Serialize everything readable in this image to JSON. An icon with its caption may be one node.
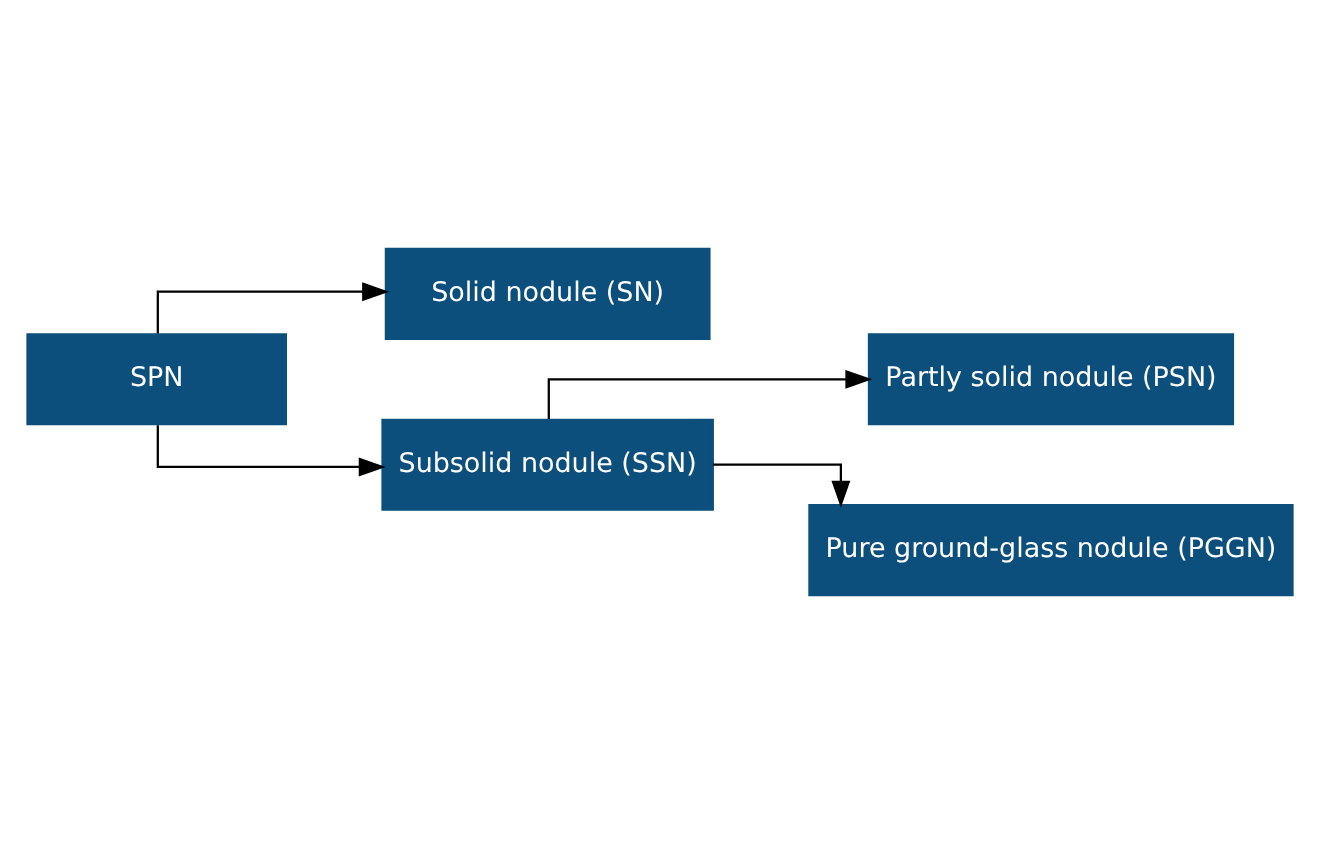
{
  "diagram": {
    "nodes": [
      {
        "text": [
          "SPN"
        ]
      },
      {
        "text": [
          "Solid nodule (SN)"
        ]
      },
      {
        "text": [
          "Subsolid nodule (SSN)"
        ]
      },
      {
        "text": [
          "Partly solid nodule (PSN)"
        ]
      },
      {
        "text": [
          "Pure ground-glass nodule (PGGN)"
        ]
      }
    ],
    "edges": [
      {
        "from": 0,
        "to": 1,
        "arrow": "to"
      },
      {
        "from": 0,
        "to": 2,
        "arrow": "to"
      },
      {
        "from": 2,
        "to": 3,
        "arrow": "to"
      },
      {
        "from": 2,
        "to": 4,
        "arrow": "to"
      }
    ]
  }
}
